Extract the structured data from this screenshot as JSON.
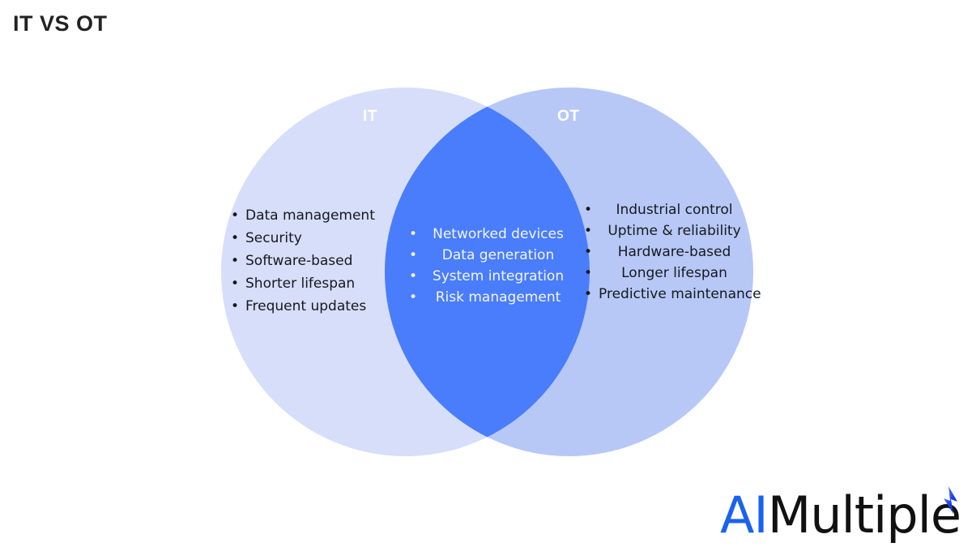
{
  "page": {
    "title": "IT VS OT",
    "background_color": "#ffffff"
  },
  "diagram": {
    "type": "venn",
    "left": {
      "label": "IT",
      "fill_color": "#d6defa",
      "items": [
        "Data management",
        "Security",
        "Software-based",
        "Shorter lifespan",
        "Frequent updates"
      ]
    },
    "right": {
      "label": "OT",
      "fill_color": "#b7c8f7",
      "items": [
        "Industrial control",
        "Uptime & reliability",
        "Hardware-based",
        "Longer lifespan",
        "Predictive maintenance"
      ]
    },
    "overlap": {
      "fill_color": "#4a7dfc",
      "text_color": "#f2f5ff",
      "items": [
        "Networked devices",
        "Data generation",
        "System integration",
        "Risk management"
      ]
    },
    "bullet": "•"
  },
  "logo": {
    "prefix": "AI",
    "suffix": "Multiple",
    "prefix_color": "#1a61f0",
    "suffix_color": "#111111",
    "mark_color": "#1a3df0"
  }
}
